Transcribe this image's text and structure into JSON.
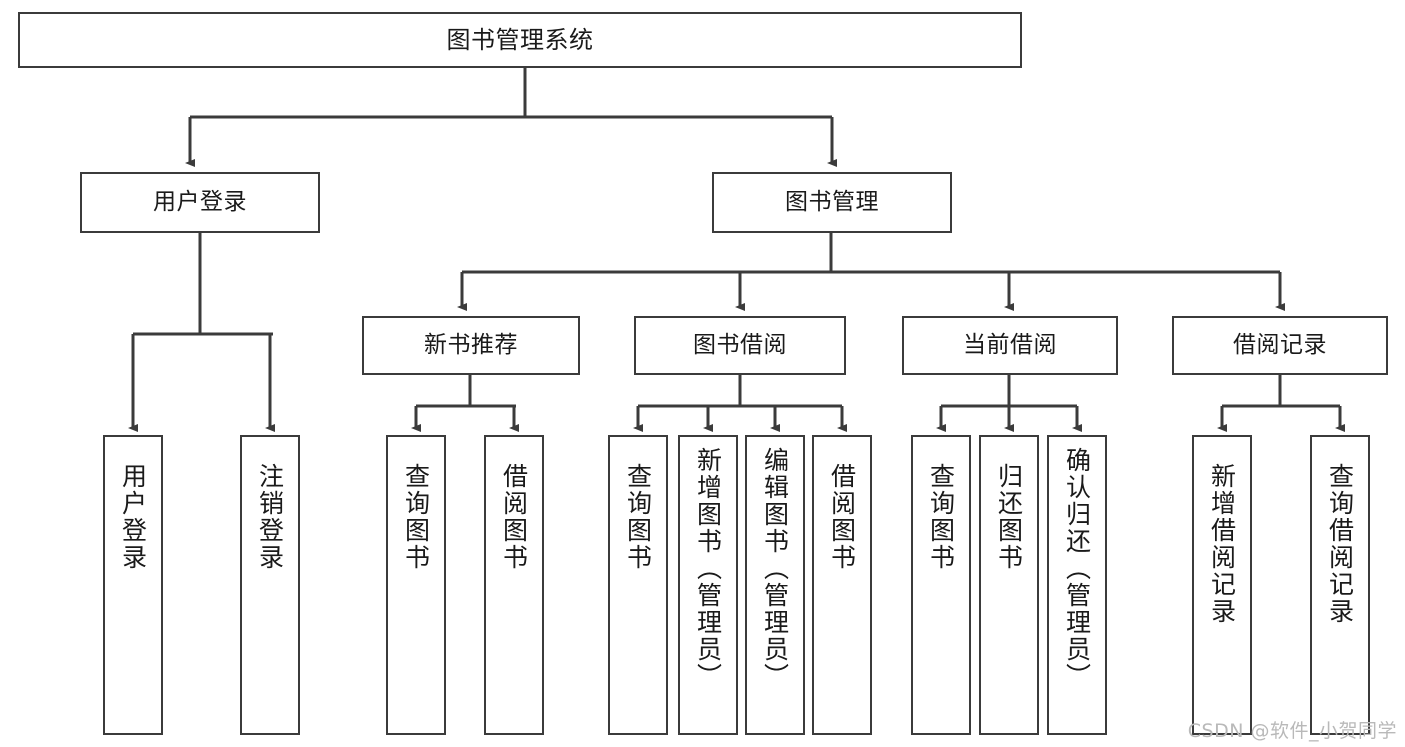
{
  "diagram": {
    "type": "tree-hierarchy",
    "title": "图书管理系统",
    "root": {
      "label": "图书管理系统"
    },
    "level2": [
      {
        "label": "用户登录"
      },
      {
        "label": "图书管理"
      }
    ],
    "level3": [
      {
        "label": "新书推荐"
      },
      {
        "label": "图书借阅"
      },
      {
        "label": "当前借阅"
      },
      {
        "label": "借阅记录"
      }
    ],
    "leaves": {
      "user_login": [
        {
          "label": "用户登录"
        },
        {
          "label": "注销登录"
        }
      ],
      "new_book_recommend": [
        {
          "label": "查询图书"
        },
        {
          "label": "借阅图书"
        }
      ],
      "book_borrow": [
        {
          "label": "查询图书"
        },
        {
          "label": "新增图书（管理员）"
        },
        {
          "label": "编辑图书（管理员）"
        },
        {
          "label": "借阅图书"
        }
      ],
      "current_borrow": [
        {
          "label": "查询图书"
        },
        {
          "label": "归还图书"
        },
        {
          "label": "确认归还（管理员）"
        }
      ],
      "borrow_record": [
        {
          "label": "新增借阅记录"
        },
        {
          "label": "查询借阅记录"
        }
      ]
    }
  },
  "watermark": {
    "text": "CSDN @软件_小贺同学"
  },
  "colors": {
    "stroke": "#3b3b3b",
    "background": "#ffffff",
    "text": "#1a1a1a",
    "watermark": "#b9b9b9"
  }
}
